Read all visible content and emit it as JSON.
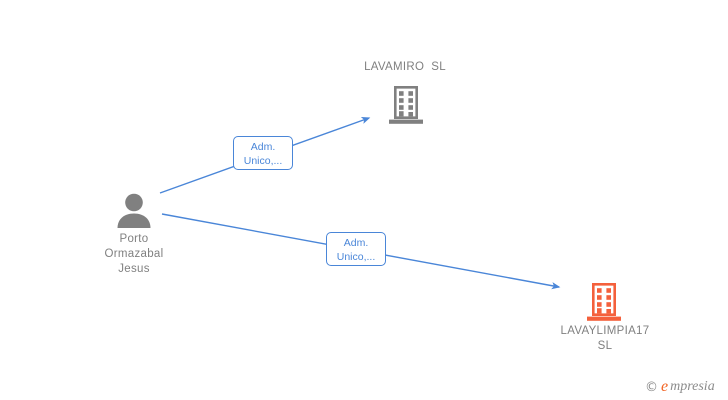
{
  "diagram": {
    "type": "relationship-graph",
    "background": "#ffffff",
    "colors": {
      "edge_blue": "#4a86d8",
      "node_grey": "#808080",
      "node_orange": "#f4603c",
      "label_grey": "#808080"
    },
    "nodes": [
      {
        "id": "person",
        "kind": "person",
        "icon": "person-avatar-icon",
        "label": "Porto\nOrmazabal\nJesus",
        "color": "#808080"
      },
      {
        "id": "lavamiro",
        "kind": "company",
        "icon": "building-icon",
        "label": "LAVAMIRO  SL",
        "color": "#808080"
      },
      {
        "id": "lavaylimpia",
        "kind": "company",
        "icon": "building-icon",
        "label": "LAVAYLIMPIA17\nSL",
        "color": "#f4603c"
      }
    ],
    "edges": [
      {
        "id": "edge-1",
        "from": "person",
        "to": "lavamiro",
        "label_line1": "Adm.",
        "label_line2": "Unico,...",
        "color": "#4a86d8"
      },
      {
        "id": "edge-2",
        "from": "person",
        "to": "lavaylimpia",
        "label_line1": "Adm.",
        "label_line2": "Unico,...",
        "color": "#4a86d8"
      }
    ]
  },
  "watermark": {
    "copyright": "©",
    "brand_initial": "e",
    "brand_rest": "mpresia"
  }
}
